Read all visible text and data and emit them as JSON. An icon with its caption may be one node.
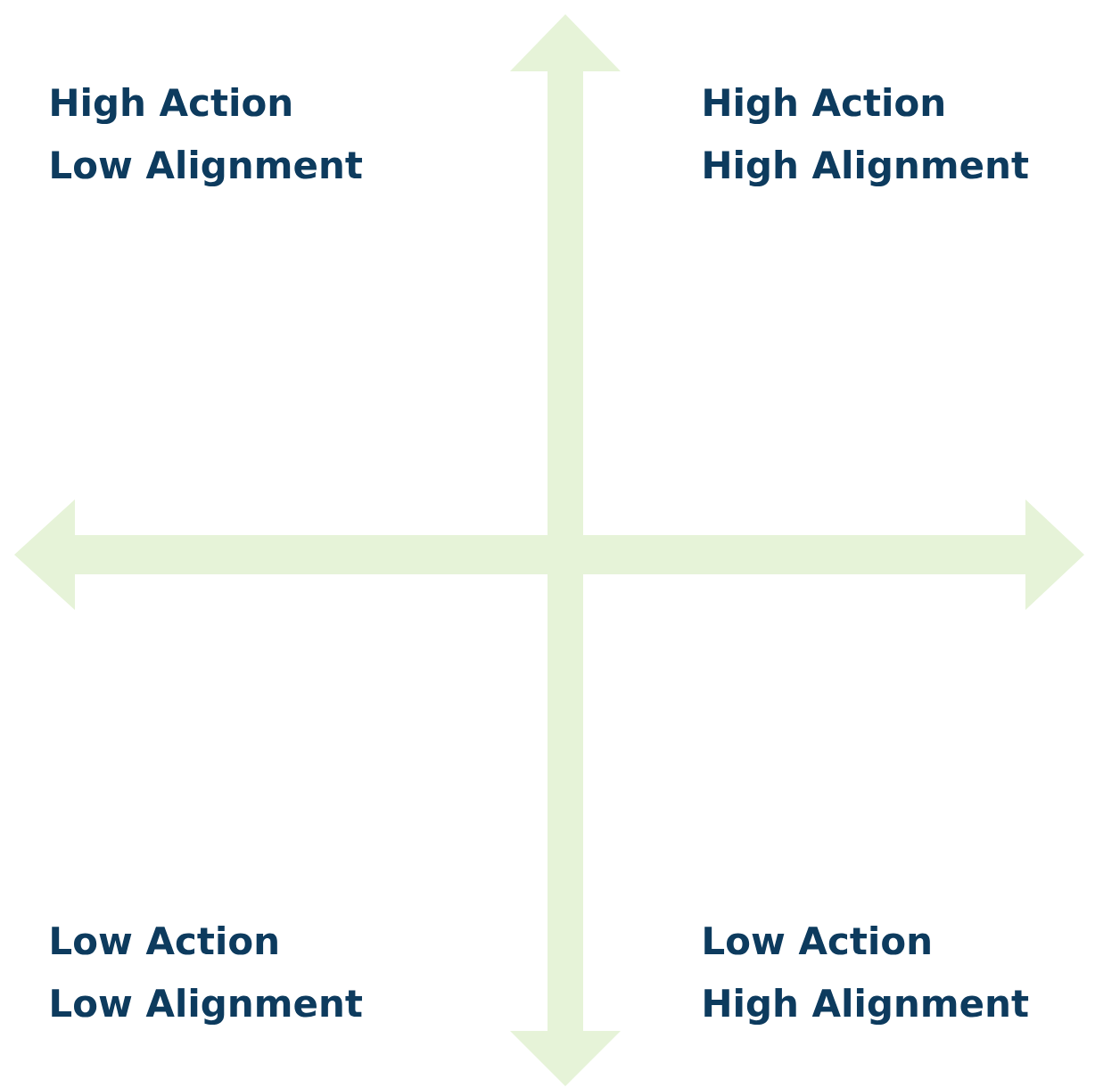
{
  "diagram": {
    "labels": [
      "High Action",
      "Low Alignment",
      "High Action",
      "High Alignment",
      "Low Action",
      "Low Alignment",
      "Low Action",
      "High Alignment"
    ]
  }
}
